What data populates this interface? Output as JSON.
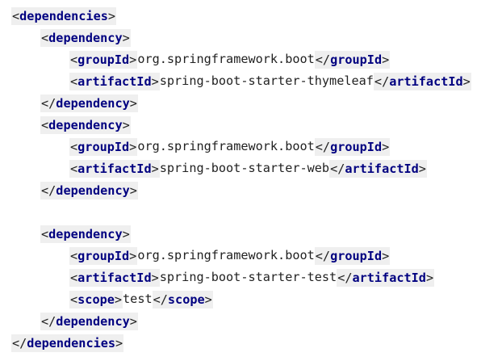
{
  "window": {
    "title": ""
  },
  "colors": {
    "background": "#ffffff",
    "tag_name": "#000080",
    "tag_highlight": "#efefef",
    "text": "#222222"
  },
  "code": {
    "lines": [
      {
        "indent": 0,
        "parts": [
          {
            "k": "open",
            "tag": "dependencies"
          }
        ]
      },
      {
        "indent": 1,
        "parts": [
          {
            "k": "open",
            "tag": "dependency"
          }
        ]
      },
      {
        "indent": 2,
        "parts": [
          {
            "k": "open",
            "tag": "groupId"
          },
          {
            "k": "text",
            "v": "org.springframework.boot"
          },
          {
            "k": "close",
            "tag": "groupId"
          }
        ]
      },
      {
        "indent": 2,
        "parts": [
          {
            "k": "open",
            "tag": "artifactId"
          },
          {
            "k": "text",
            "v": "spring-boot-starter-thymeleaf"
          },
          {
            "k": "close",
            "tag": "artifactId"
          }
        ]
      },
      {
        "indent": 1,
        "parts": [
          {
            "k": "close",
            "tag": "dependency"
          }
        ]
      },
      {
        "indent": 1,
        "parts": [
          {
            "k": "open",
            "tag": "dependency"
          }
        ]
      },
      {
        "indent": 2,
        "parts": [
          {
            "k": "open",
            "tag": "groupId"
          },
          {
            "k": "text",
            "v": "org.springframework.boot"
          },
          {
            "k": "close",
            "tag": "groupId"
          }
        ]
      },
      {
        "indent": 2,
        "parts": [
          {
            "k": "open",
            "tag": "artifactId"
          },
          {
            "k": "text",
            "v": "spring-boot-starter-web"
          },
          {
            "k": "close",
            "tag": "artifactId"
          }
        ]
      },
      {
        "indent": 1,
        "parts": [
          {
            "k": "close",
            "tag": "dependency"
          }
        ]
      },
      {
        "indent": 0,
        "parts": []
      },
      {
        "indent": 1,
        "parts": [
          {
            "k": "open",
            "tag": "dependency"
          }
        ]
      },
      {
        "indent": 2,
        "parts": [
          {
            "k": "open",
            "tag": "groupId"
          },
          {
            "k": "text",
            "v": "org.springframework.boot"
          },
          {
            "k": "close",
            "tag": "groupId"
          }
        ]
      },
      {
        "indent": 2,
        "parts": [
          {
            "k": "open",
            "tag": "artifactId"
          },
          {
            "k": "text",
            "v": "spring-boot-starter-test"
          },
          {
            "k": "close",
            "tag": "artifactId"
          }
        ]
      },
      {
        "indent": 2,
        "parts": [
          {
            "k": "open",
            "tag": "scope"
          },
          {
            "k": "text",
            "v": "test"
          },
          {
            "k": "close",
            "tag": "scope"
          }
        ]
      },
      {
        "indent": 1,
        "parts": [
          {
            "k": "close",
            "tag": "dependency"
          }
        ]
      },
      {
        "indent": 0,
        "parts": [
          {
            "k": "close",
            "tag": "dependencies"
          }
        ]
      }
    ]
  }
}
